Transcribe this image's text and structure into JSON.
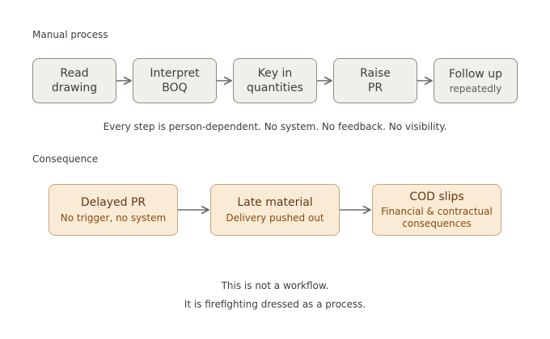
{
  "manual": {
    "label": "Manual process",
    "steps": [
      {
        "line1": "Read",
        "line2": "drawing"
      },
      {
        "line1": "Interpret",
        "line2": "BOQ"
      },
      {
        "line1": "Key in",
        "line2": "quantities"
      },
      {
        "line1": "Raise",
        "line2": "PR"
      },
      {
        "line1": "Follow up",
        "sub": "repeatedly"
      }
    ],
    "note": "Every step is person-dependent. No system. No feedback. No visibility."
  },
  "consequence": {
    "label": "Consequence",
    "items": [
      {
        "title": "Delayed PR",
        "sub1": "No trigger, no system"
      },
      {
        "title": "Late material",
        "sub1": "Delivery pushed out"
      },
      {
        "title": "COD slips",
        "sub1": "Financial & contractual",
        "sub2": "consequences"
      }
    ]
  },
  "closing": {
    "line1": "This is not a workflow.",
    "line2": "It is firefighting dressed as a process."
  },
  "colors": {
    "manual_fill": "#f1efe9",
    "manual_border": "#8d8a82",
    "consequence_fill": "#faebd6",
    "consequence_border": "#c9a27b",
    "consequence_title": "#653812",
    "consequence_sub": "#8a4a0e",
    "arrow": "#6b6a66"
  }
}
